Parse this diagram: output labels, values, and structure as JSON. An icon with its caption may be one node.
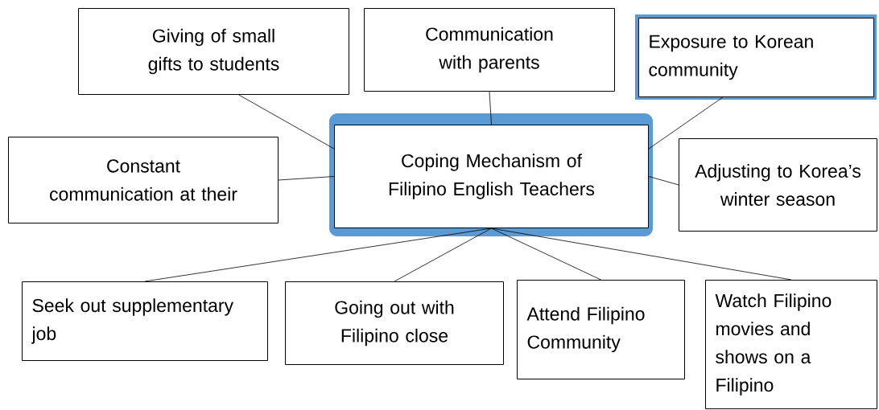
{
  "diagram": {
    "nodes": [
      {
        "text": [
          "Giving of small gifts to students"
        ]
      },
      {
        "text": [
          "Communication with parents"
        ]
      },
      {
        "text": [
          "Exposure to Korean community"
        ]
      },
      {
        "text": [
          "Constant communication at their"
        ]
      },
      {
        "text": [
          "Coping Mechanism of Filipino English Teachers"
        ]
      },
      {
        "text": [
          "Adjusting to Korea’s winter season"
        ]
      },
      {
        "text": [
          "Seek out supplementary job"
        ]
      },
      {
        "text": [
          "Going out with Filipino close"
        ]
      },
      {
        "text": [
          "Attend Filipino Community"
        ]
      },
      {
        "text": [
          "Watch Filipino movies and shows on a Filipino"
        ]
      }
    ],
    "edges": [
      {
        "from": 4,
        "to": 0,
        "arrow": "none"
      },
      {
        "from": 4,
        "to": 1,
        "arrow": "none"
      },
      {
        "from": 4,
        "to": 2,
        "arrow": "none"
      },
      {
        "from": 4,
        "to": 3,
        "arrow": "none"
      },
      {
        "from": 4,
        "to": 5,
        "arrow": "none"
      },
      {
        "from": 4,
        "to": 6,
        "arrow": "none"
      },
      {
        "from": 4,
        "to": 7,
        "arrow": "none"
      },
      {
        "from": 4,
        "to": 8,
        "arrow": "none"
      },
      {
        "from": 4,
        "to": 9,
        "arrow": "none"
      }
    ]
  }
}
